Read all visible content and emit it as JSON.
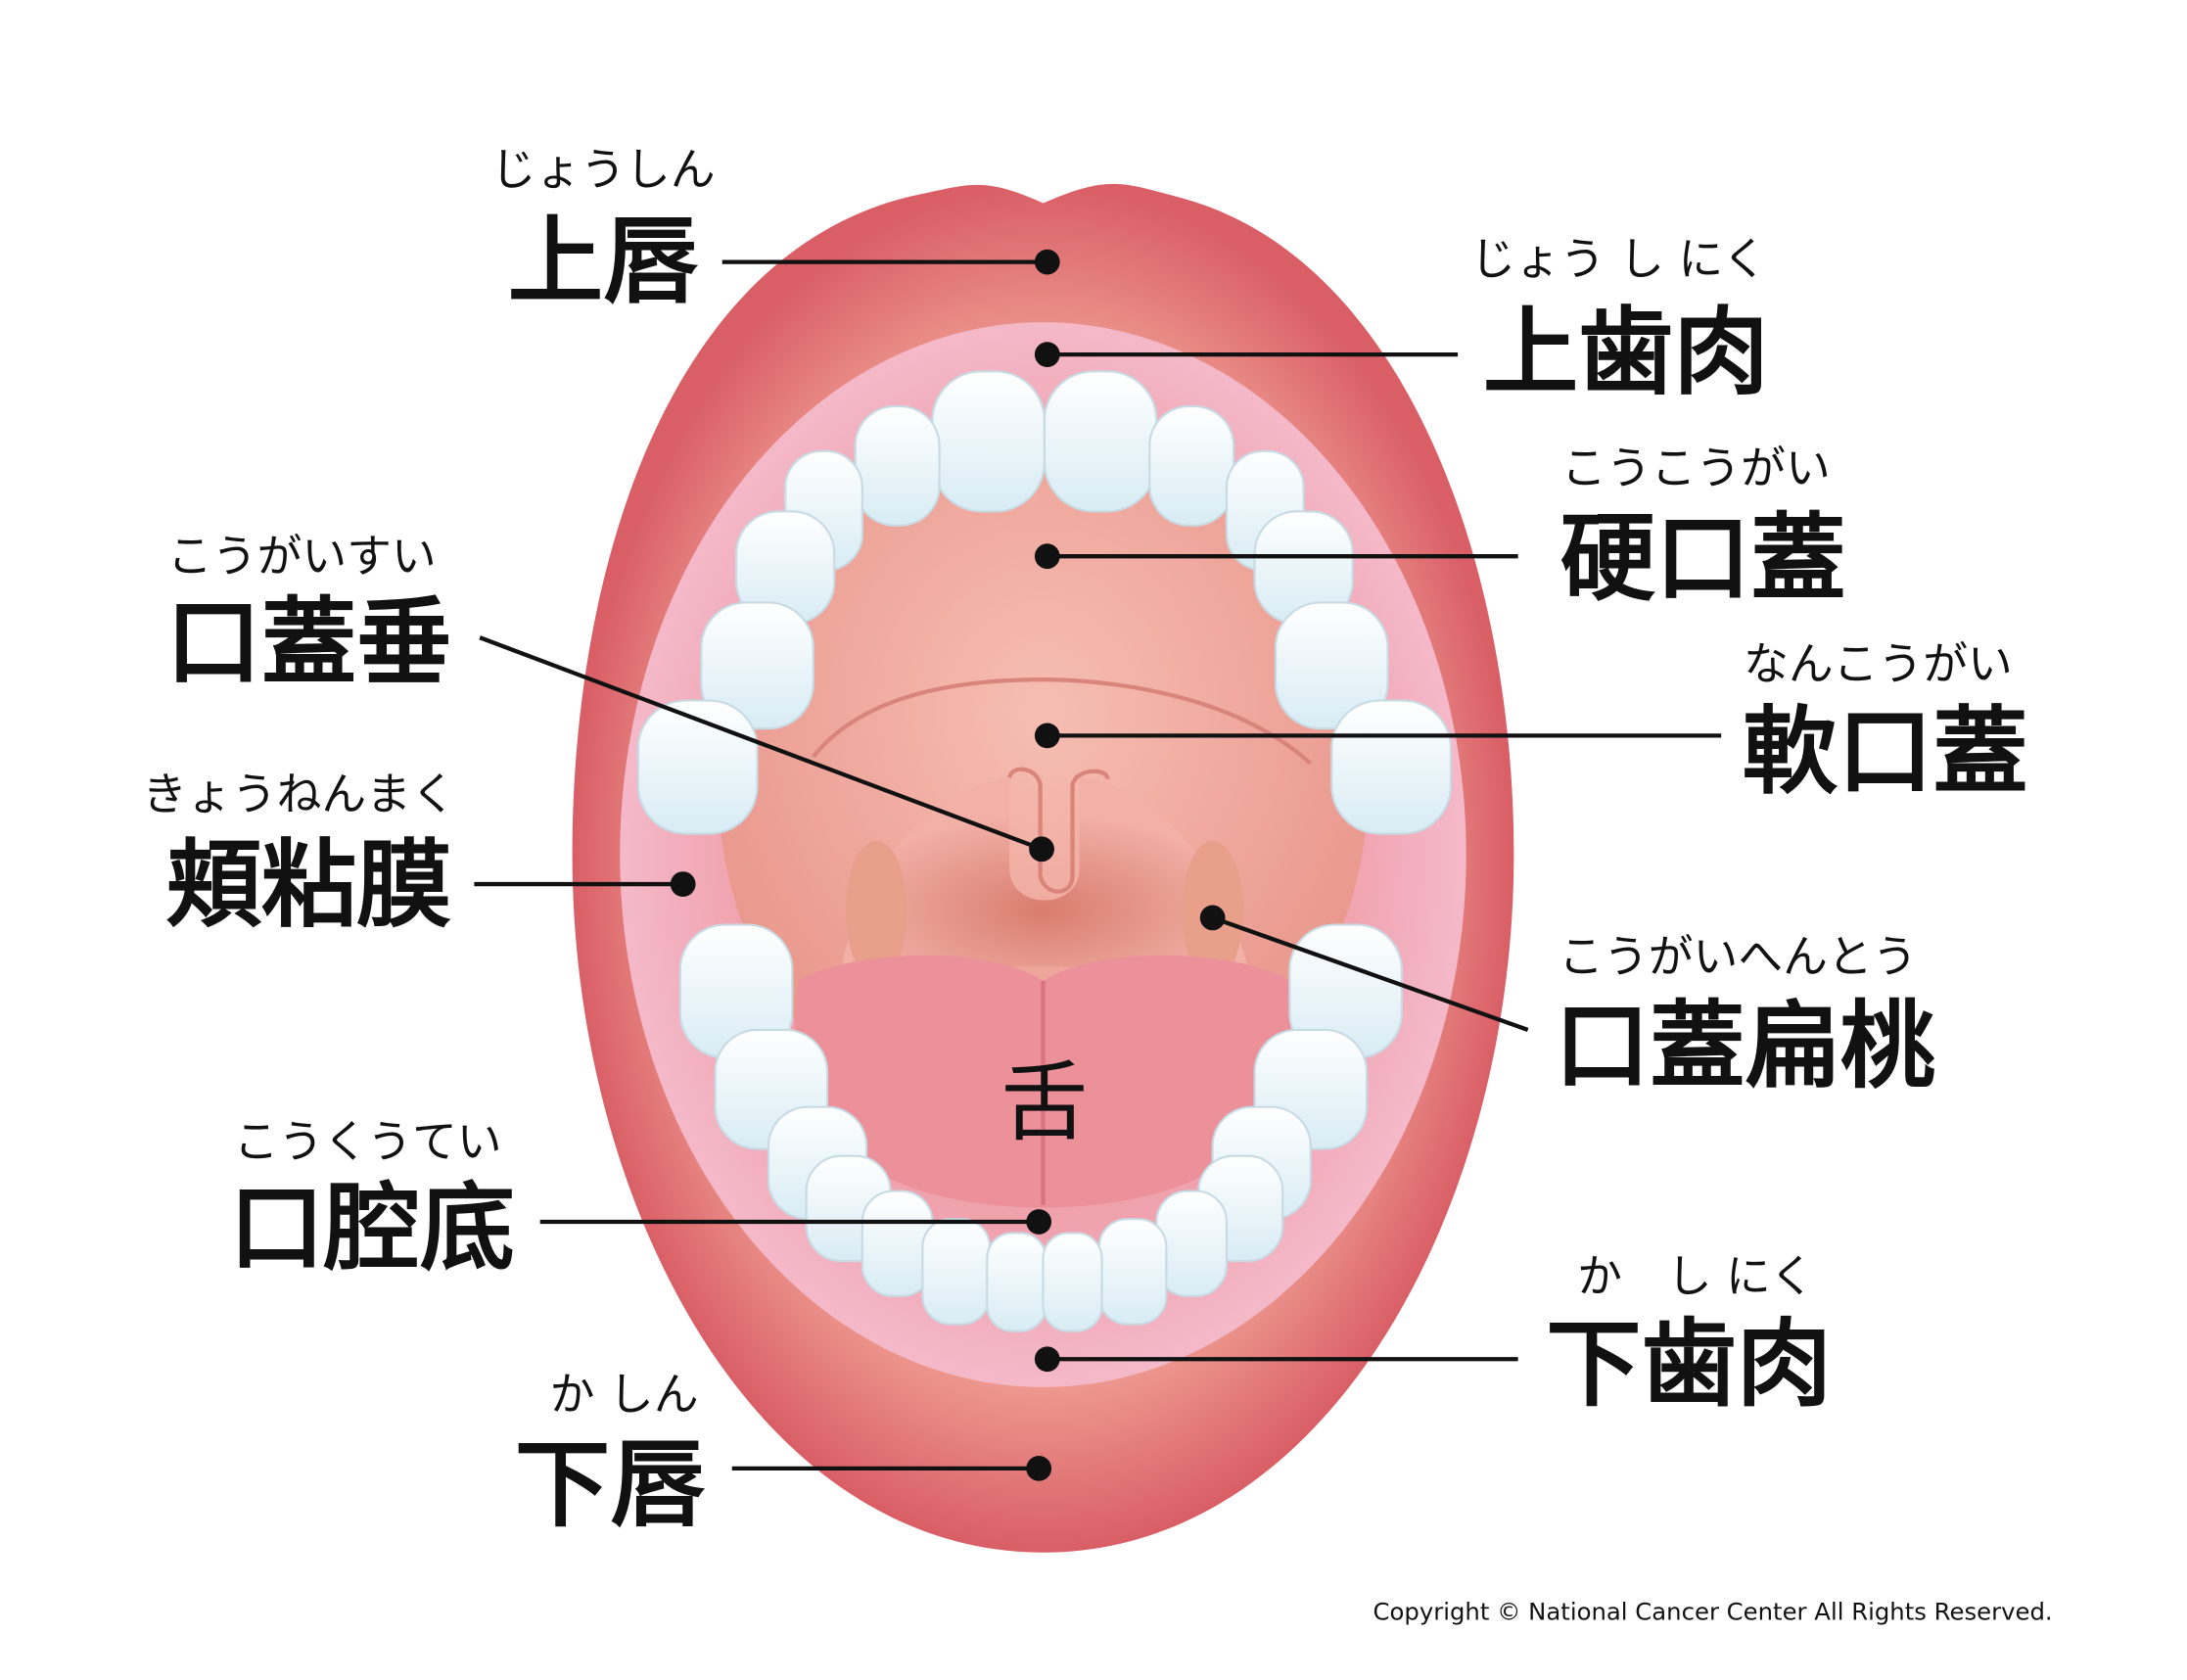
{
  "labels": {
    "upper_lip": {
      "kanji": "上唇",
      "reading": "じょうしん"
    },
    "upper_gum": {
      "kanji": "上歯肉",
      "reading": "じょう し にく"
    },
    "hard_palate": {
      "kanji": "硬口蓋",
      "reading": "こうこうがい"
    },
    "uvula": {
      "kanji": "口蓋垂",
      "reading": "こうがいすい"
    },
    "soft_palate": {
      "kanji": "軟口蓋",
      "reading": "なんこうがい"
    },
    "buccal_mucosa": {
      "kanji": "頬粘膜",
      "reading": "きょうねんまく"
    },
    "tonsil": {
      "kanji": "口蓋扁桃",
      "reading": "こうがいへんとう"
    },
    "tongue": {
      "kanji": "舌"
    },
    "floor_of_mouth": {
      "kanji": "口腔底",
      "reading": "こうくうてい"
    },
    "lower_gum": {
      "kanji": "下歯肉",
      "reading": "か　し にく"
    },
    "lower_lip": {
      "kanji": "下唇",
      "reading": "か しん"
    }
  },
  "copyright": "Copyright © National Cancer Center All Rights Reserved.",
  "colors": {
    "lip": "#e0757a",
    "cavity": "#f2a9b8",
    "palate": "#efa79c",
    "tongue": "#ec8f98",
    "teeth": "#ffffff"
  }
}
